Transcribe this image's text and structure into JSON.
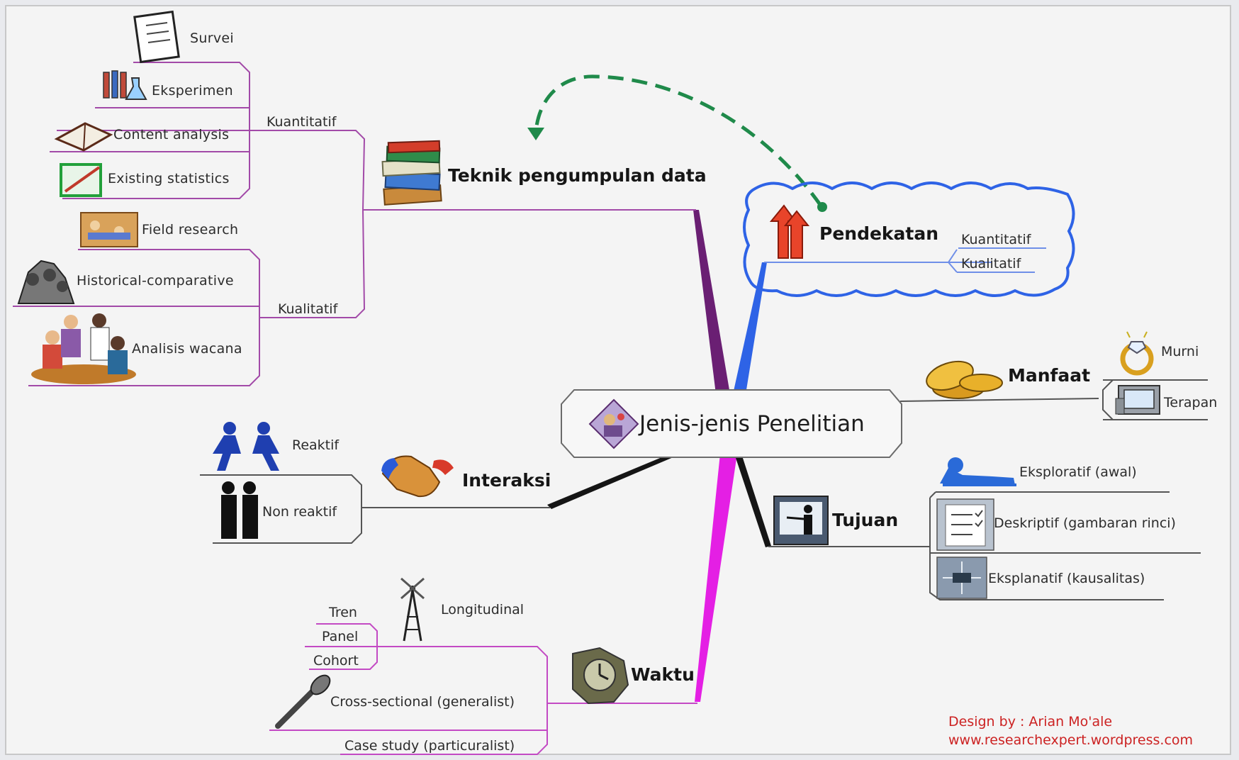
{
  "central": {
    "title": "Jenis-jenis Penelitian"
  },
  "teknik": {
    "title": "Teknik pengumpulan data",
    "kuantitatif": {
      "label": "Kuantitatif",
      "items": [
        "Survei",
        "Eksperimen",
        "Content analysis",
        "Existing statistics"
      ]
    },
    "kualitatif": {
      "label": "Kualitatif",
      "items": [
        "Field research",
        "Historical-comparative",
        "Analisis wacana"
      ]
    }
  },
  "pendekatan": {
    "title": "Pendekatan",
    "items": [
      "Kuantitatif",
      "Kualitatif"
    ]
  },
  "manfaat": {
    "title": "Manfaat",
    "items": [
      "Murni",
      "Terapan"
    ]
  },
  "tujuan": {
    "title": "Tujuan",
    "items": [
      "Eksploratif (awal)",
      "Deskriptif (gambaran rinci)",
      "Eksplanatif (kausalitas)"
    ]
  },
  "interaksi": {
    "title": "Interaksi",
    "items": [
      "Reaktif",
      "Non reaktif"
    ]
  },
  "waktu": {
    "title": "Waktu",
    "longitudinal": {
      "label": "Longitudinal",
      "items": [
        "Tren",
        "Panel",
        "Cohort"
      ]
    },
    "others": [
      "Cross-sectional (generalist)",
      "Case study (particuralist)"
    ]
  },
  "credit": {
    "line1": "Design by : Arian Mo'ale",
    "line2": "www.researchexpert.wordpress.com"
  },
  "colors": {
    "teknik": "#7a2a7e",
    "kuantitatif_branch": "#a24aa8",
    "pendekatan": "#2e63e6",
    "waktu": "#e41fe4",
    "tujuan": "#151515",
    "interaksi": "#151515",
    "arrow": "#1f8a4a",
    "credit": "#cc2222"
  }
}
